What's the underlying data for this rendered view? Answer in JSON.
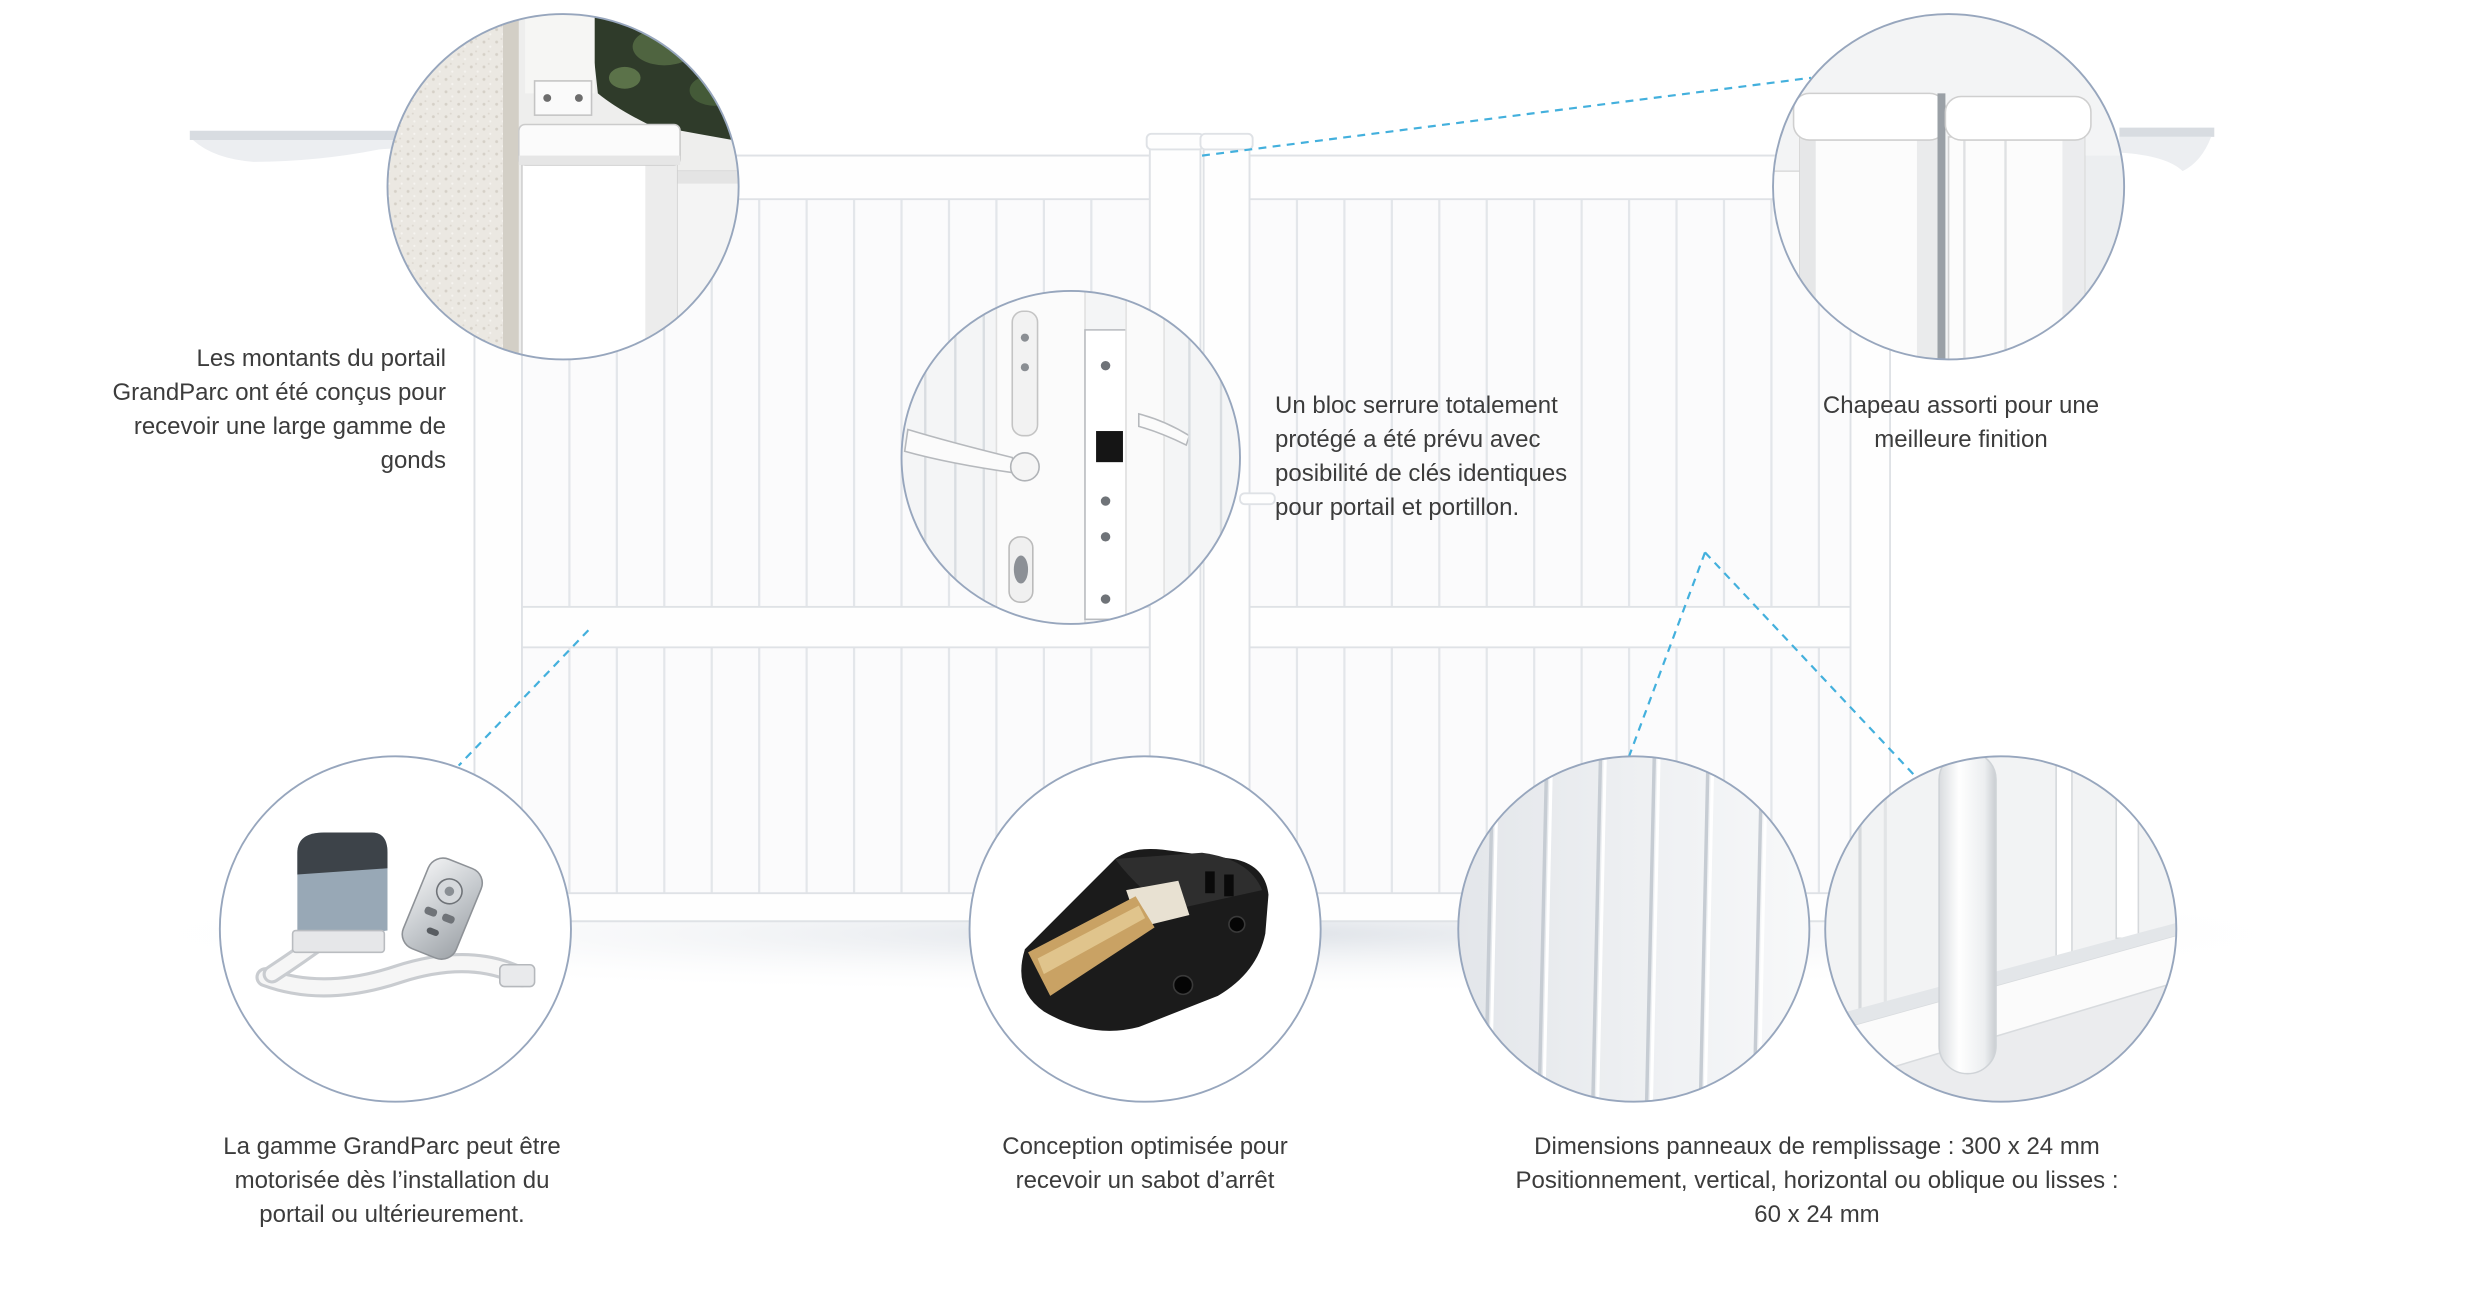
{
  "colors": {
    "accent": "#43b0dd",
    "text": "#3c3c3c",
    "circle_border": "#97a6bd"
  },
  "callouts": {
    "hinges": {
      "lines": [
        "Les montants du portail",
        "GrandParc ont été conçus pour",
        "recevoir une large gamme de",
        "gonds"
      ]
    },
    "lock": {
      "lines": [
        "Un bloc serrure totalement",
        "protégé a été prévu avec",
        "posibilité de clés identiques",
        "pour portail et portillon."
      ]
    },
    "cap": {
      "lines": [
        "Chapeau assorti pour une",
        "meilleure finition"
      ]
    },
    "motor": {
      "lines": [
        "La gamme GrandParc peut être",
        "motorisée dès l’installation du",
        "portail ou ultérieurement."
      ]
    },
    "stop": {
      "lines": [
        "Conception optimisée pour",
        "recevoir un sabot d’arrêt"
      ]
    },
    "panels": {
      "lines": [
        "Dimensions panneaux de remplissage : 300 x 24 mm",
        "Positionnement, vertical, horizontal ou oblique ou lisses :",
        "60 x 24 mm"
      ]
    }
  }
}
